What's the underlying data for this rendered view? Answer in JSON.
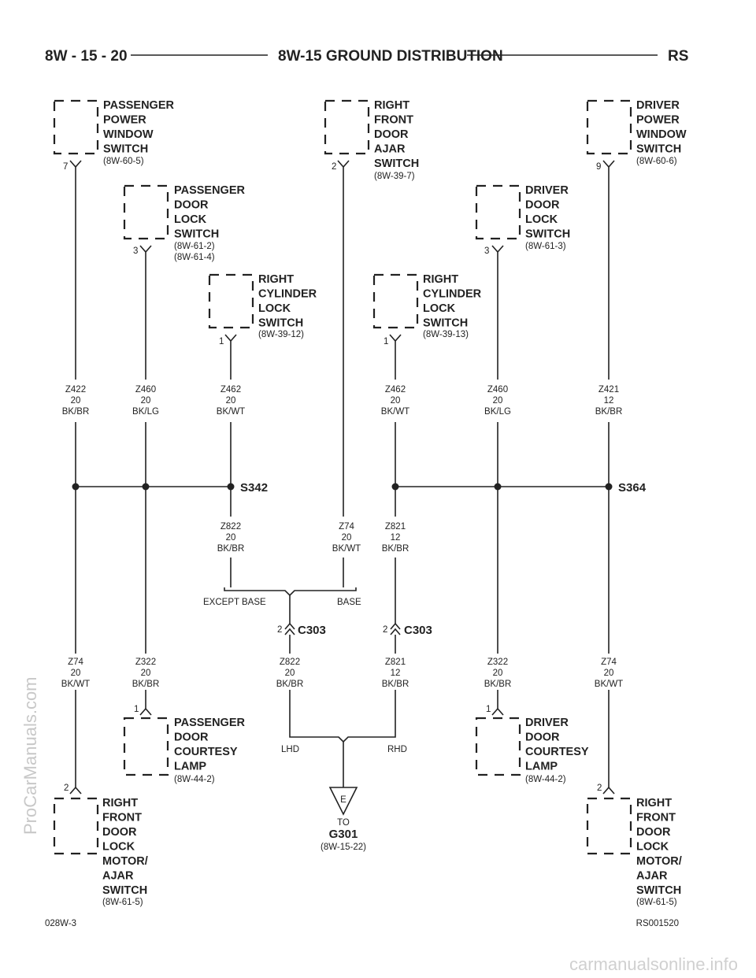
{
  "header": {
    "left": "8W - 15 - 20",
    "title": "8W-15 GROUND DISTRIBUTION",
    "right": "RS"
  },
  "footer": {
    "left": "028W-3",
    "right": "RS001520"
  },
  "watermarks": {
    "side": "ProCarManuals.com",
    "bottom": "carmanualsonline.info"
  },
  "components": {
    "passenger_power_window_switch": {
      "lines": [
        "PASSENGER",
        "POWER",
        "WINDOW",
        "SWITCH"
      ],
      "refs": [
        "(8W-60-5)"
      ],
      "pin": "7"
    },
    "passenger_door_lock_switch": {
      "lines": [
        "PASSENGER",
        "DOOR",
        "LOCK",
        "SWITCH"
      ],
      "refs": [
        "(8W-61-2)",
        "(8W-61-4)"
      ],
      "pin": "3"
    },
    "right_cylinder_lock_switch_a": {
      "lines": [
        "RIGHT",
        "CYLINDER",
        "LOCK",
        "SWITCH"
      ],
      "refs": [
        "(8W-39-12)"
      ],
      "pin": "1"
    },
    "right_front_door_ajar_switch": {
      "lines": [
        "RIGHT",
        "FRONT",
        "DOOR",
        "AJAR",
        "SWITCH"
      ],
      "refs": [
        "(8W-39-7)"
      ],
      "pin": "2"
    },
    "right_cylinder_lock_switch_b": {
      "lines": [
        "RIGHT",
        "CYLINDER",
        "LOCK",
        "SWITCH"
      ],
      "refs": [
        "(8W-39-13)"
      ],
      "pin": "1"
    },
    "driver_door_lock_switch": {
      "lines": [
        "DRIVER",
        "DOOR",
        "LOCK",
        "SWITCH"
      ],
      "refs": [
        "(8W-61-3)"
      ],
      "pin": "3"
    },
    "driver_power_window_switch": {
      "lines": [
        "DRIVER",
        "POWER",
        "WINDOW",
        "SWITCH"
      ],
      "refs": [
        "(8W-60-6)"
      ],
      "pin": "9"
    },
    "passenger_door_courtesy_lamp": {
      "lines": [
        "PASSENGER",
        "DOOR",
        "COURTESY",
        "LAMP"
      ],
      "refs": [
        "(8W-44-2)"
      ],
      "pin": "1"
    },
    "driver_door_courtesy_lamp": {
      "lines": [
        "DRIVER",
        "DOOR",
        "COURTESY",
        "LAMP"
      ],
      "refs": [
        "(8W-44-2)"
      ],
      "pin": "1"
    },
    "right_front_door_lock_motor_left": {
      "lines": [
        "RIGHT",
        "FRONT",
        "DOOR",
        "LOCK",
        "MOTOR/",
        "AJAR",
        "SWITCH"
      ],
      "refs": [
        "(8W-61-5)"
      ],
      "pin": "2"
    },
    "right_front_door_lock_motor_right": {
      "lines": [
        "RIGHT",
        "FRONT",
        "DOOR",
        "LOCK",
        "MOTOR/",
        "AJAR",
        "SWITCH"
      ],
      "refs": [
        "(8W-61-5)"
      ],
      "pin": "2"
    }
  },
  "wires": {
    "z422": [
      "Z422",
      "20",
      "BK/BR"
    ],
    "z460_a": [
      "Z460",
      "20",
      "BK/LG"
    ],
    "z462_a": [
      "Z462",
      "20",
      "BK/WT"
    ],
    "z462_b": [
      "Z462",
      "20",
      "BK/WT"
    ],
    "z460_b": [
      "Z460",
      "20",
      "BK/LG"
    ],
    "z421": [
      "Z421",
      "12",
      "BK/BR"
    ],
    "z822_a": [
      "Z822",
      "20",
      "BK/BR"
    ],
    "z74_a": [
      "Z74",
      "20",
      "BK/WT"
    ],
    "z821_a": [
      "Z821",
      "12",
      "BK/BR"
    ],
    "z74_b": [
      "Z74",
      "20",
      "BK/WT"
    ],
    "z322_a": [
      "Z322",
      "20",
      "BK/BR"
    ],
    "z822_b": [
      "Z822",
      "20",
      "BK/BR"
    ],
    "z821_b": [
      "Z821",
      "12",
      "BK/BR"
    ],
    "z322_b": [
      "Z322",
      "20",
      "BK/BR"
    ],
    "z74_c": [
      "Z74",
      "20",
      "BK/WT"
    ]
  },
  "splices": {
    "s342": "S342",
    "s364": "S364"
  },
  "connectors": {
    "c303_a": {
      "label": "C303",
      "pin": "2"
    },
    "c303_b": {
      "label": "C303",
      "pin": "2"
    }
  },
  "options": {
    "except_base": "EXCEPT BASE",
    "base": "BASE",
    "lhd": "LHD",
    "rhd": "RHD"
  },
  "ground": {
    "symbol": "E",
    "to": "TO",
    "name": "G301",
    "ref": "(8W-15-22)"
  }
}
